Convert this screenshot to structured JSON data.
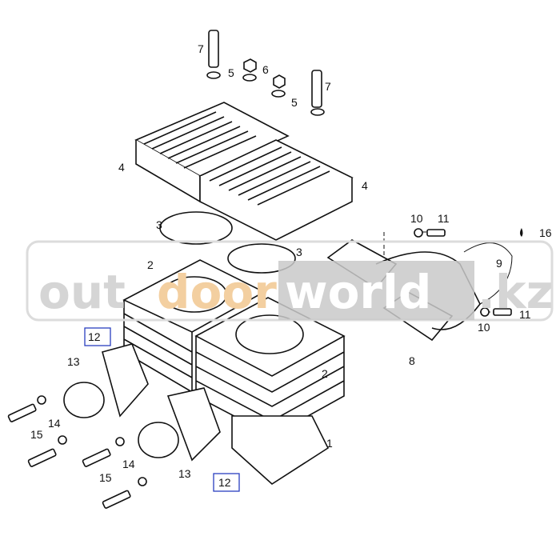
{
  "watermark": {
    "part1": "out",
    "part2": "door",
    "part3": "world",
    "part4": ".kz",
    "colors": {
      "gray": "#d8d8d8",
      "orange": "#f3cfa0",
      "block": "#c8c8c8",
      "white": "#ffffff"
    }
  },
  "callouts": {
    "stud_left": "7",
    "washer_left": "5",
    "nut": "6",
    "washer_right": "5",
    "stud_right": "7",
    "head_left": "4",
    "head_right": "4",
    "head_gasket_left": "3",
    "head_gasket_right": "3",
    "cylinder_left": "2",
    "cylinder_right": "2",
    "washer_top": "10",
    "bolt_top": "11",
    "item_16": "16",
    "exhaust": "9",
    "bolt_bottom": "11",
    "washer_bottom": "10",
    "exhaust_gasket": "8",
    "intake_gasket_left": "12",
    "intake_left": "13",
    "lockwasher_left": "14",
    "intake_bolt_left": "15",
    "lockwasher_right": "14",
    "intake_bolt_right": "15",
    "intake_right": "13",
    "intake_gasket_right": "12",
    "base_gasket": "1"
  },
  "highlight_color": "#2a3fbf"
}
